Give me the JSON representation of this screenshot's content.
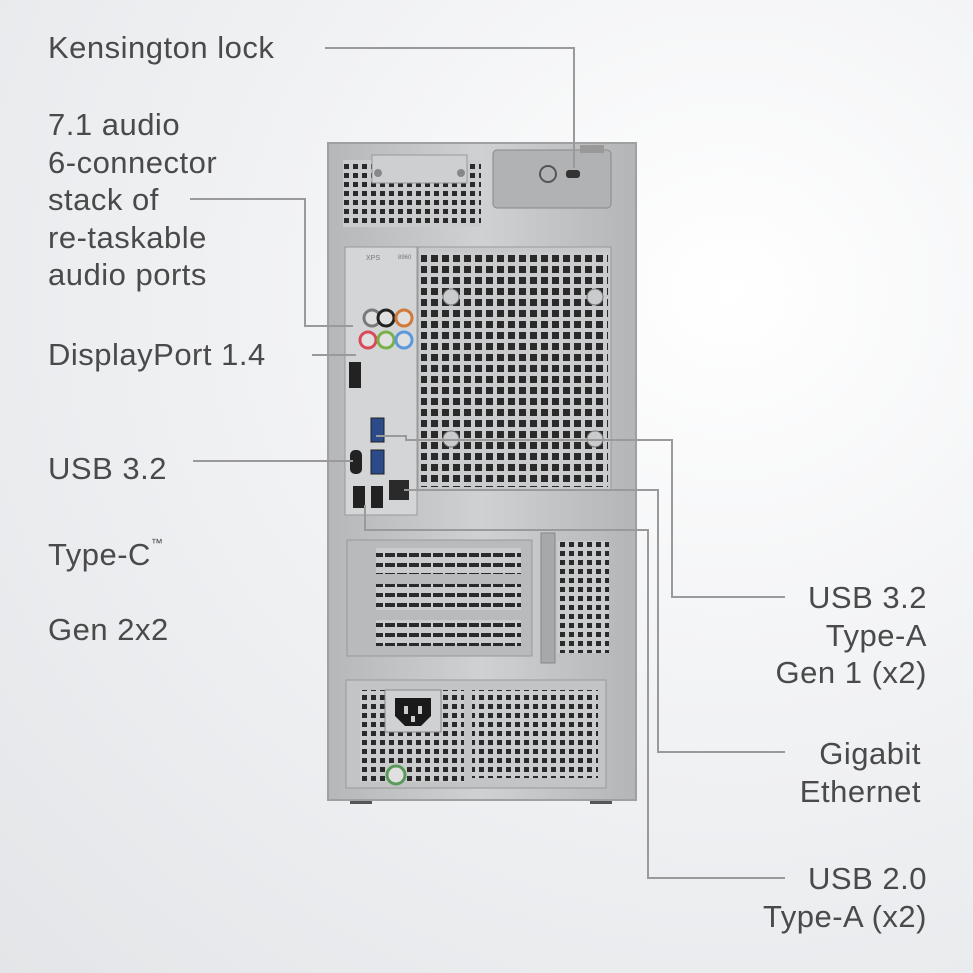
{
  "callouts": {
    "kensington": "Kensington lock",
    "audio": "7.1 audio\n6-connector\nstack of\nre-taskable\naudio ports",
    "displayport": "DisplayPort 1.4",
    "usbc_line1": "USB 3.2",
    "usbc_line2": "Type-C",
    "usbc_tm": "™",
    "usbc_line3": "Gen 2x2",
    "usba32": "USB 3.2\nType-A\nGen 1 (x2)",
    "ethernet": "Gigabit\nEthernet",
    "usb20": "USB 2.0\nType-A (x2)"
  },
  "case_badge": {
    "brand": "XPS",
    "model": "8960"
  },
  "colors": {
    "text": "#4a4a4a",
    "leader": "#9a9a9a",
    "chassis": "#bfc1c3",
    "audio_jacks": [
      "#7a7a7a",
      "#222222",
      "#d07a3a",
      "#d94a5a",
      "#7ab04a",
      "#5a9ad8"
    ]
  }
}
